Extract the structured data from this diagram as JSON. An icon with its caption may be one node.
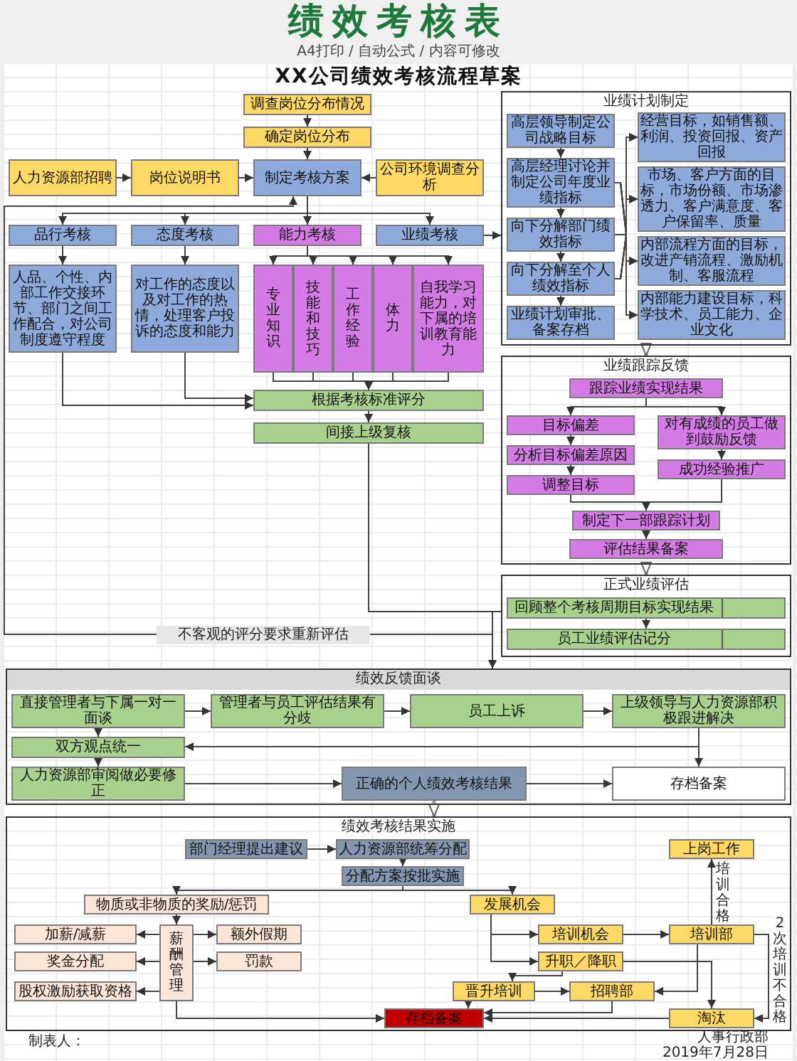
{
  "diagram": {
    "title": "绩效考核表",
    "nodes": [
      {
        "text": [
          "调查岗位分布情况"
        ]
      },
      {
        "text": [
          "确定岗位分布"
        ]
      },
      {
        "text": [
          "人力资源部招聘"
        ]
      },
      {
        "text": [
          "岗位说明书"
        ]
      },
      {
        "text": [
          "制定考核方案"
        ]
      },
      {
        "text": [
          "公司环境调查分析"
        ]
      },
      {
        "text": [
          "品行考核"
        ]
      },
      {
        "text": [
          "态度考核"
        ]
      },
      {
        "text": [
          "能力考核"
        ]
      },
      {
        "text": [
          "业绩考核"
        ]
      },
      {
        "text": [
          "人品、个性、内部工作交接环节、部门之间工作配合，对公司制度遵守程度"
        ]
      },
      {
        "text": [
          "对工作的态度以及对工作的热情，处理客户投诉的态度和能力"
        ]
      },
      {
        "text": [
          "专业知识"
        ]
      },
      {
        "text": [
          "技能和技巧"
        ]
      },
      {
        "text": [
          "工作经验"
        ]
      },
      {
        "text": [
          "体力"
        ]
      },
      {
        "text": [
          "自我学习能力，对下属的培训教育能力"
        ]
      },
      {
        "text": [
          "根据考核标准评分"
        ]
      },
      {
        "text": [
          "间接上级复核"
        ]
      },
      {
        "text": [
          "业绩计划制定"
        ]
      },
      {
        "text": [
          "高层领导制定公司战略目标"
        ],
        "in": 19
      },
      {
        "text": [
          "高层经理讨论并制定公司年度业绩指标"
        ],
        "in": 19
      },
      {
        "text": [
          "向下分解部门绩效指标"
        ],
        "in": 19
      },
      {
        "text": [
          "向下分解至个人绩效指标"
        ],
        "in": 19
      },
      {
        "text": [
          "业绩计划审批、备案存档"
        ],
        "in": 19
      },
      {
        "text": [
          "经营目标，如销售额、利润、投资回报、资产回报"
        ],
        "in": 19
      },
      {
        "text": [
          "市场、客户方面的目标，市场份额、市场渗透力、客户满意度、客户保留率、质量"
        ],
        "in": 19
      },
      {
        "text": [
          "内部流程方面的目标，改进产销流程、激励机制、客服流程"
        ],
        "in": 19
      },
      {
        "text": [
          "内部能力建设目标，科学技术、员工能力、企业文化"
        ],
        "in": 19
      },
      {
        "text": [
          "业绩跟踪反馈"
        ]
      },
      {
        "text": [
          "跟踪业绩实现结果"
        ],
        "in": 29
      },
      {
        "text": [
          "目标偏差"
        ],
        "in": 29
      },
      {
        "text": [
          "对有成绩的员工做到鼓励反馈"
        ],
        "in": 29
      },
      {
        "text": [
          "分析目标偏差原因"
        ],
        "in": 29
      },
      {
        "text": [
          "成功经验推广"
        ],
        "in": 29
      },
      {
        "text": [
          "调整目标"
        ],
        "in": 29
      },
      {
        "text": [
          "制定下一部跟踪计划"
        ],
        "in": 29
      },
      {
        "text": [
          "评估结果备案"
        ],
        "in": 29
      },
      {
        "text": [
          "正式业绩评估"
        ]
      },
      {
        "text": [
          "回顾整个考核周期目标实现结果"
        ],
        "in": 38
      },
      {
        "text": [
          "员工业绩评估记分"
        ],
        "in": 38
      },
      {
        "text": [
          "绩效反馈面谈"
        ]
      },
      {
        "text": [
          "直接管理者与下属一对一面谈"
        ],
        "in": 41
      },
      {
        "text": [
          "管理者与员工评估结果有分歧"
        ],
        "in": 41
      },
      {
        "text": [
          "员工上诉"
        ],
        "in": 41
      },
      {
        "text": [
          "上级领导与人力资源部积极跟进解决"
        ],
        "in": 41
      },
      {
        "text": [
          "双方观点统一"
        ],
        "in": 41
      },
      {
        "text": [
          "人力资源部审阅做必要修正"
        ],
        "in": 41
      },
      {
        "text": [
          "正确的个人绩效考核结果"
        ],
        "in": 41
      },
      {
        "text": [
          "存档备案"
        ],
        "in": 41
      },
      {
        "text": [
          "绩效考核结果实施"
        ]
      },
      {
        "text": [
          "部门经理提出建议"
        ],
        "in": 50
      },
      {
        "text": [
          "人力资源部统筹分配"
        ],
        "in": 50
      },
      {
        "text": [
          "分配方案按批实施"
        ],
        "in": 50
      },
      {
        "text": [
          "物质或非物质的奖励/惩罚"
        ],
        "in": 50
      },
      {
        "text": [
          "发展机会"
        ],
        "in": 50
      },
      {
        "text": [
          "加薪/减薪"
        ],
        "in": 50
      },
      {
        "text": [
          "薪酬管理"
        ],
        "in": 50
      },
      {
        "text": [
          "额外假期"
        ],
        "in": 50
      },
      {
        "text": [
          "奖金分配"
        ],
        "in": 50
      },
      {
        "text": [
          "罚款"
        ],
        "in": 50
      },
      {
        "text": [
          "股权激励获取资格"
        ],
        "in": 50
      },
      {
        "text": [
          "上岗工作"
        ],
        "in": 50
      },
      {
        "text": [
          "培训机会"
        ],
        "in": 50
      },
      {
        "text": [
          "培训部"
        ],
        "in": 50
      },
      {
        "text": [
          "升职／降职"
        ],
        "in": 50
      },
      {
        "text": [
          "晋升培训"
        ],
        "in": 50
      },
      {
        "text": [
          "招聘部"
        ],
        "in": 50
      },
      {
        "text": [
          "存档备案"
        ],
        "in": 50
      },
      {
        "text": [
          "淘汰"
        ],
        "in": 50
      }
    ],
    "edges": [
      {
        "from": 0,
        "to": 1,
        "arrow": "to"
      },
      {
        "from": 1,
        "to": 4,
        "arrow": "to"
      },
      {
        "from": 2,
        "to": 3,
        "arrow": "to"
      },
      {
        "from": 3,
        "to": 4,
        "arrow": "to"
      },
      {
        "from": 5,
        "to": 4,
        "arrow": "to"
      },
      {
        "from": 4,
        "to": 6,
        "arrow": "to"
      },
      {
        "from": 4,
        "to": 7,
        "arrow": "to"
      },
      {
        "from": 4,
        "to": 8,
        "arrow": "to"
      },
      {
        "from": 4,
        "to": 9,
        "arrow": "to"
      },
      {
        "from": 6,
        "to": 10,
        "arrow": "to"
      },
      {
        "from": 7,
        "to": 11,
        "arrow": "to"
      },
      {
        "from": 8,
        "to": 12,
        "arrow": "to"
      },
      {
        "from": 8,
        "to": 13,
        "arrow": "to"
      },
      {
        "from": 8,
        "to": 14,
        "arrow": "to"
      },
      {
        "from": 8,
        "to": 15,
        "arrow": "to"
      },
      {
        "from": 8,
        "to": 16,
        "arrow": "to"
      },
      {
        "from": 12,
        "to": 17,
        "arrow": "to"
      },
      {
        "from": 13,
        "to": 17,
        "arrow": "to"
      },
      {
        "from": 14,
        "to": 17,
        "arrow": "to"
      },
      {
        "from": 15,
        "to": 17,
        "arrow": "to"
      },
      {
        "from": 16,
        "to": 17,
        "arrow": "to"
      },
      {
        "from": 10,
        "to": 17,
        "arrow": "to"
      },
      {
        "from": 11,
        "to": 17,
        "arrow": "to"
      },
      {
        "from": 17,
        "to": 18,
        "arrow": "to"
      },
      {
        "from": 18,
        "to": 41,
        "arrow": "to"
      },
      {
        "from": 38,
        "to": 41,
        "arrow": "to"
      },
      {
        "from": 18,
        "to": 4,
        "arrow": "to",
        "label": "不客观的评分要求重新评估"
      },
      {
        "from": 9,
        "to": 19,
        "arrow": "to"
      },
      {
        "from": 20,
        "to": 21,
        "arrow": "to"
      },
      {
        "from": 21,
        "to": 22,
        "arrow": "to"
      },
      {
        "from": 22,
        "to": 23,
        "arrow": "to"
      },
      {
        "from": 23,
        "to": 24,
        "arrow": "to"
      },
      {
        "from": 21,
        "to": 25,
        "arrow": "to"
      },
      {
        "from": 21,
        "to": 26,
        "arrow": "to"
      },
      {
        "from": 21,
        "to": 27,
        "arrow": "to"
      },
      {
        "from": 21,
        "to": 28,
        "arrow": "to"
      },
      {
        "from": 22,
        "to": 25,
        "arrow": "to"
      },
      {
        "from": 22,
        "to": 26,
        "arrow": "to"
      },
      {
        "from": 22,
        "to": 27,
        "arrow": "to"
      },
      {
        "from": 22,
        "to": 28,
        "arrow": "to"
      },
      {
        "from": 23,
        "to": 25,
        "arrow": "to"
      },
      {
        "from": 23,
        "to": 26,
        "arrow": "to"
      },
      {
        "from": 23,
        "to": 27,
        "arrow": "to"
      },
      {
        "from": 23,
        "to": 28,
        "arrow": "to"
      },
      {
        "from": 19,
        "to": 29,
        "arrow": "to",
        "style": "thick"
      },
      {
        "from": 30,
        "to": 31,
        "arrow": "to"
      },
      {
        "from": 30,
        "to": 32,
        "arrow": "to"
      },
      {
        "from": 31,
        "to": 33,
        "arrow": "to"
      },
      {
        "from": 33,
        "to": 35,
        "arrow": "to"
      },
      {
        "from": 32,
        "to": 34,
        "arrow": "to"
      },
      {
        "from": 35,
        "to": 36,
        "arrow": "to"
      },
      {
        "from": 34,
        "to": 36,
        "arrow": "to"
      },
      {
        "from": 36,
        "to": 37,
        "arrow": "to"
      },
      {
        "from": 29,
        "to": 38,
        "arrow": "to",
        "style": "thick"
      },
      {
        "from": 39,
        "to": 40,
        "arrow": "to"
      },
      {
        "from": 42,
        "to": 43,
        "arrow": "to"
      },
      {
        "from": 43,
        "to": 44,
        "arrow": "to"
      },
      {
        "from": 44,
        "to": 45,
        "arrow": "to"
      },
      {
        "from": 42,
        "to": 46,
        "arrow": "to"
      },
      {
        "from": 45,
        "to": 46,
        "arrow": "to"
      },
      {
        "from": 45,
        "to": 49,
        "arrow": "to"
      },
      {
        "from": 46,
        "to": 47,
        "arrow": "to"
      },
      {
        "from": 47,
        "to": 48,
        "arrow": "to"
      },
      {
        "from": 48,
        "to": 49,
        "arrow": "to"
      },
      {
        "from": 48,
        "to": 50,
        "arrow": "to",
        "style": "thick"
      },
      {
        "from": 51,
        "to": 52,
        "arrow": "to"
      },
      {
        "from": 52,
        "to": 53,
        "arrow": "to"
      },
      {
        "from": 53,
        "to": 54,
        "arrow": "to"
      },
      {
        "from": 53,
        "to": 55,
        "arrow": "to"
      },
      {
        "from": 54,
        "to": 57,
        "arrow": "to"
      },
      {
        "from": 57,
        "to": 56,
        "arrow": "to"
      },
      {
        "from": 57,
        "to": 59,
        "arrow": "to"
      },
      {
        "from": 57,
        "to": 61,
        "arrow": "to"
      },
      {
        "from": 57,
        "to": 58,
        "arrow": "to"
      },
      {
        "from": 57,
        "to": 60,
        "arrow": "to"
      },
      {
        "from": 57,
        "to": 68,
        "arrow": "to"
      },
      {
        "from": 55,
        "to": 63,
        "arrow": "to"
      },
      {
        "from": 55,
        "to": 65,
        "arrow": "to"
      },
      {
        "from": 63,
        "to": 64,
        "arrow": "to"
      },
      {
        "from": 64,
        "to": 62,
        "arrow": "to",
        "label": "培训合格"
      },
      {
        "from": 64,
        "to": 69,
        "arrow": "to",
        "label": "2次培训不合格"
      },
      {
        "from": 65,
        "to": 69,
        "arrow": "to"
      },
      {
        "from": 64,
        "to": 67,
        "arrow": "to"
      },
      {
        "from": 65,
        "to": 66,
        "arrow": "to"
      },
      {
        "from": 66,
        "to": 67,
        "arrow": "to"
      },
      {
        "from": 66,
        "to": 68,
        "arrow": "to"
      },
      {
        "from": 67,
        "to": 68,
        "arrow": "to"
      },
      {
        "from": 69,
        "to": 68,
        "arrow": "to"
      }
    ],
    "labels": [
      "A4打印 / 自动公式 / 内容可修改",
      "XX公司绩效考核流程草案",
      "制表人：",
      "人事行政部",
      "2019年7月28日"
    ]
  }
}
